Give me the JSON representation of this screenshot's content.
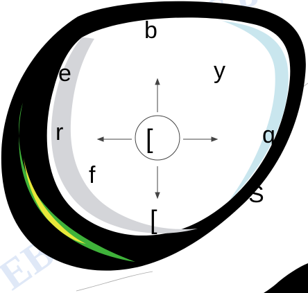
{
  "dial": {
    "letters": {
      "top": "b",
      "upper_left": "e",
      "upper_right": "y",
      "left": "r",
      "right": "q",
      "lower_left": "f",
      "lower_right": "Š",
      "center": "[",
      "bottom": "["
    }
  },
  "watermark": {
    "top_fragment": "S P",
    "top_right_fragment": "O",
    "bottom_left_fragment": "EB"
  },
  "colors": {
    "rim": "#000000",
    "inner_shadow_gray": "#d4d5d9",
    "inner_highlight_blue": "#c9e6ee",
    "stripe_green": "#3fb23a",
    "stripe_yellow": "#e8e83a",
    "watermark_blue": "#3a6fd0",
    "arrows": "#444444",
    "face": "#ffffff"
  },
  "icons": {
    "compass_arrows": "four-way-arrow-icon",
    "center_circle": "circle-icon"
  }
}
